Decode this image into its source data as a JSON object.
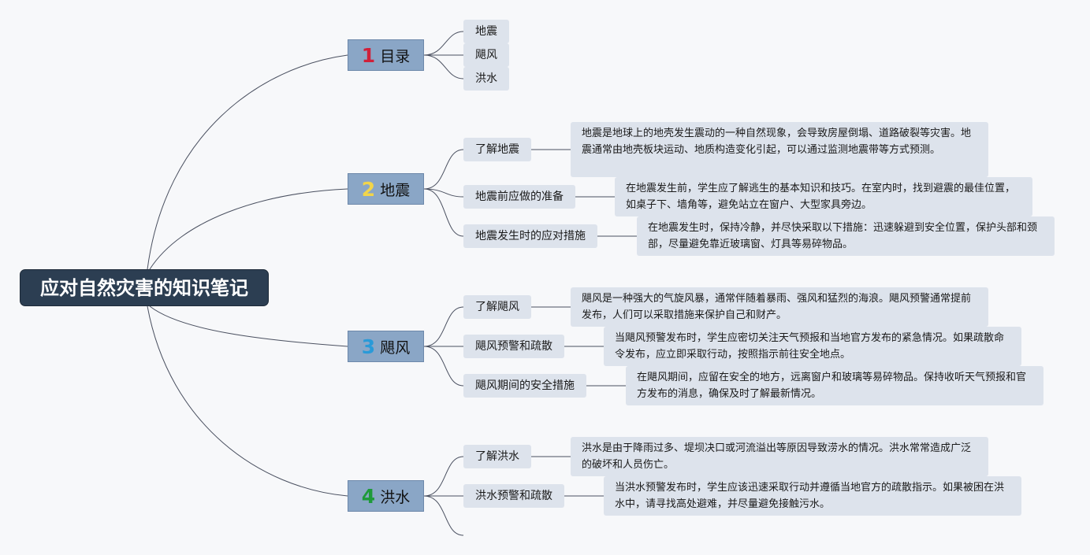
{
  "root": {
    "title": "应对自然灾害的知识笔记"
  },
  "topics": {
    "t1": {
      "number": "1",
      "label": "目录",
      "number_color": "#d0203a"
    },
    "t2": {
      "number": "2",
      "label": "地震",
      "number_color": "#f2d54a"
    },
    "t3": {
      "number": "3",
      "label": "飓风",
      "number_color": "#2a9ad8"
    },
    "t4": {
      "number": "4",
      "label": "洪水",
      "number_color": "#1e9a3a"
    }
  },
  "toc": [
    "地震",
    "飓风",
    "洪水"
  ],
  "earthquake": {
    "items": [
      {
        "label": "了解地震",
        "note": "地震是地球上的地壳发生震动的一种自然现象，会导致房屋倒塌、道路破裂等灾害。地震通常由地壳板块运动、地质构造变化引起，可以通过监测地震带等方式预测。"
      },
      {
        "label": "地震前应做的准备",
        "note": "在地震发生前，学生应了解逃生的基本知识和技巧。在室内时，找到避震的最佳位置，如桌子下、墙角等，避免站立在窗户、大型家具旁边。"
      },
      {
        "label": "地震发生时的应对措施",
        "note": "在地震发生时，保持冷静，并尽快采取以下措施：迅速躲避到安全位置，保护头部和颈部，尽量避免靠近玻璃窗、灯具等易碎物品。"
      }
    ]
  },
  "hurricane": {
    "items": [
      {
        "label": "了解飓风",
        "note": "飓风是一种强大的气旋风暴，通常伴随着暴雨、强风和猛烈的海浪。飓风预警通常提前发布，人们可以采取措施来保护自己和财产。"
      },
      {
        "label": "飓风预警和疏散",
        "note": "当飓风预警发布时，学生应密切关注天气预报和当地官方发布的紧急情况。如果疏散命令发布，应立即采取行动，按照指示前往安全地点。"
      },
      {
        "label": "飓风期间的安全措施",
        "note": "在飓风期间，应留在安全的地方，远离窗户和玻璃等易碎物品。保持收听天气预报和官方发布的消息，确保及时了解最新情况。"
      }
    ]
  },
  "flood": {
    "items": [
      {
        "label": "了解洪水",
        "note": "洪水是由于降雨过多、堤坝决口或河流溢出等原因导致涝水的情况。洪水常常造成广泛的破坏和人员伤亡。"
      },
      {
        "label": "洪水预警和疏散",
        "note": "当洪水预警发布时，学生应该迅速采取行动并遵循当地官方的疏散指示。如果被困在洪水中，请寻找高处避难，并尽量避免接触污水。"
      }
    ]
  }
}
